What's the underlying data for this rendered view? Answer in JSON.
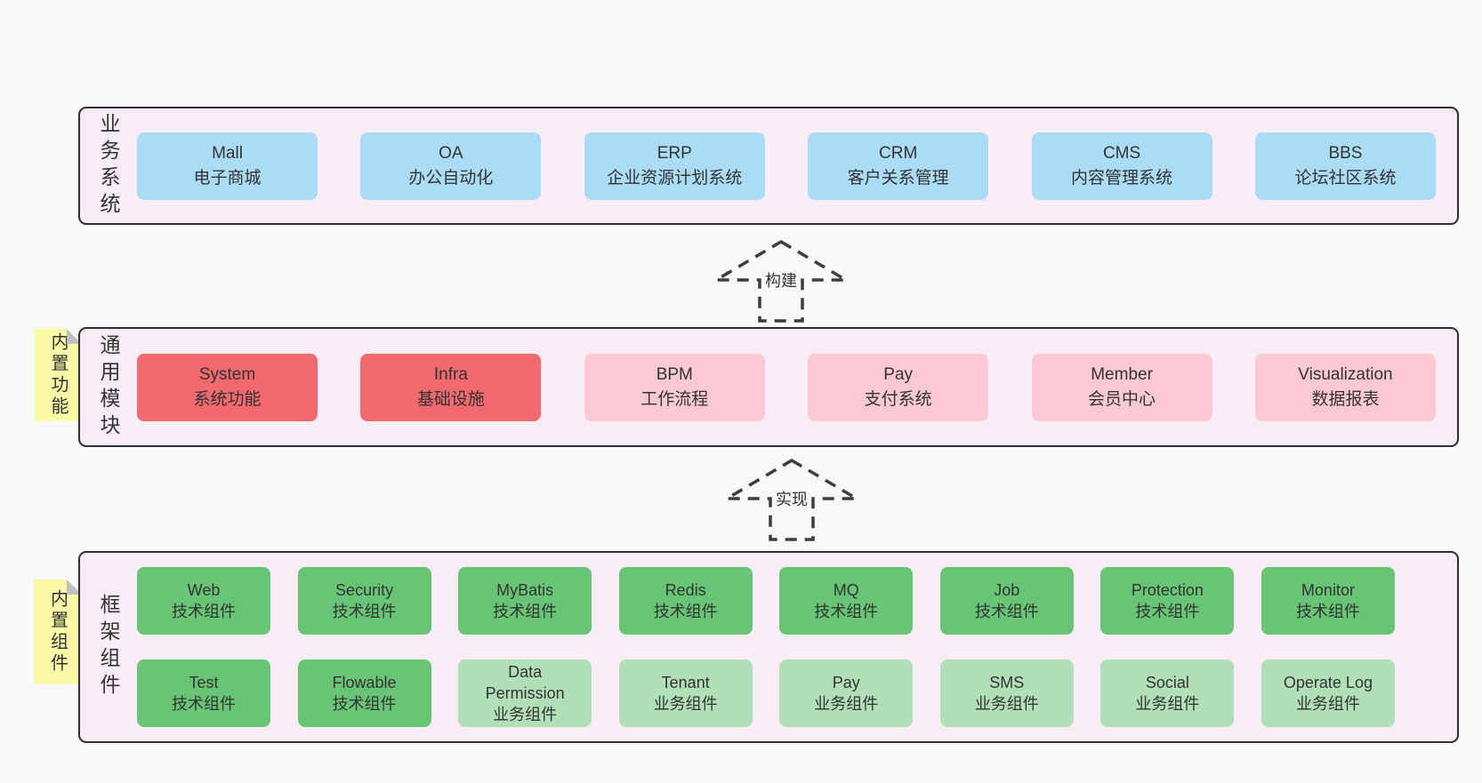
{
  "colors": {
    "page_bg": "#f8f8f8",
    "band_bg": "#f8edf5",
    "band_border": "#2f2f2f",
    "box_blue": "#abdcf5",
    "box_red": "#f2696e",
    "box_pink": "#fbc9d3",
    "box_green": "#68c575",
    "box_light_green": "#b1dfb7",
    "note_yellow": "#fafaa6",
    "note_fold": "#bfc0c6",
    "text": "#333333"
  },
  "arrows": [
    {
      "label": "构建"
    },
    {
      "label": "实现"
    }
  ],
  "layers": [
    {
      "label": "业务系统",
      "boxes": [
        {
          "name": "Mall",
          "desc": "电子商城"
        },
        {
          "name": "OA",
          "desc": "办公自动化"
        },
        {
          "name": "ERP",
          "desc": "企业资源计划系统"
        },
        {
          "name": "CRM",
          "desc": "客户关系管理"
        },
        {
          "name": "CMS",
          "desc": "内容管理系统"
        },
        {
          "name": "BBS",
          "desc": "论坛社区系统"
        }
      ]
    },
    {
      "label": "通用模块",
      "note": "内置功能",
      "boxes": [
        {
          "name": "System",
          "desc": "系统功能"
        },
        {
          "name": "Infra",
          "desc": "基础设施"
        },
        {
          "name": "BPM",
          "desc": "工作流程"
        },
        {
          "name": "Pay",
          "desc": "支付系统"
        },
        {
          "name": "Member",
          "desc": "会员中心"
        },
        {
          "name": "Visualization",
          "desc": "数据报表"
        }
      ]
    },
    {
      "label": "框架组件",
      "note": "内置组件",
      "rows": [
        {
          "boxes": [
            {
              "name": "Web",
              "desc": "技术组件"
            },
            {
              "name": "Security",
              "desc": "技术组件"
            },
            {
              "name": "MyBatis",
              "desc": "技术组件"
            },
            {
              "name": "Redis",
              "desc": "技术组件"
            },
            {
              "name": "MQ",
              "desc": "技术组件"
            },
            {
              "name": "Job",
              "desc": "技术组件"
            },
            {
              "name": "Protection",
              "desc": "技术组件"
            },
            {
              "name": "Monitor",
              "desc": "技术组件"
            }
          ]
        },
        {
          "boxes": [
            {
              "name": "Test",
              "desc": "技术组件"
            },
            {
              "name": "Flowable",
              "desc": "技术组件"
            },
            {
              "name": "Data Permission",
              "desc": "业务组件"
            },
            {
              "name": "Tenant",
              "desc": "业务组件"
            },
            {
              "name": "Pay",
              "desc": "业务组件"
            },
            {
              "name": "SMS",
              "desc": "业务组件"
            },
            {
              "name": "Social",
              "desc": "业务组件"
            },
            {
              "name": "Operate Log",
              "desc": "业务组件"
            }
          ]
        }
      ]
    }
  ]
}
